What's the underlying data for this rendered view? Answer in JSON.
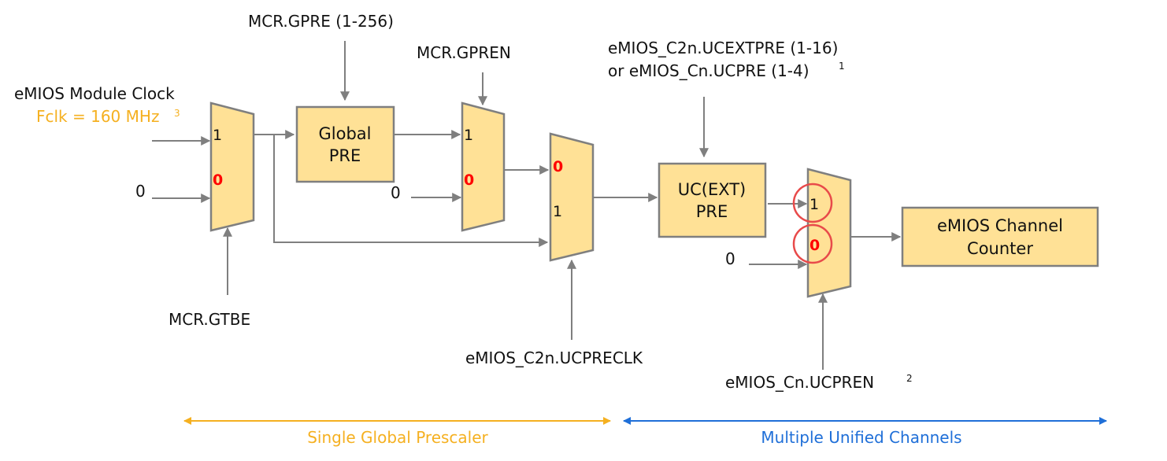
{
  "colors": {
    "block_fill": "#FFE196",
    "block_stroke": "#7F7F7F",
    "wire": "#7F7F7F",
    "selected_input": "#FF0000",
    "highlight_circle": "#E84A4A",
    "global_section": "#F5B020",
    "channels_section": "#1F6FD8"
  },
  "inputs": {
    "clock_title": "eMIOS Module Clock",
    "clock_freq": "Fclk = 160 MHz",
    "clock_freq_footnote": "3",
    "zero_inputs": [
      "0",
      "0",
      "0"
    ]
  },
  "control_signals": {
    "gtbe": "MCR.GTBE",
    "gpre": "MCR.GPRE (1-256)",
    "gpren": "MCR.GPREN",
    "ucpreclk": "eMIOS_C2n.UCPRECLK",
    "ucextpre_line1": "eMIOS_C2n.UCEXTPRE (1-16)",
    "ucextpre_line2": "or eMIOS_Cn.UCPRE (1-4)",
    "ucextpre_footnote": "1",
    "ucpren": "eMIOS_Cn.UCPREN",
    "ucpren_footnote": "2"
  },
  "blocks": {
    "global_pre": [
      "Global",
      "PRE"
    ],
    "uc_ext_pre": [
      "UC(EXT)",
      "PRE"
    ],
    "channel_counter": [
      "eMIOS Channel",
      "Counter"
    ]
  },
  "muxes": [
    {
      "name": "gtbe-mux",
      "top_input": "1",
      "bottom_input": "0",
      "selected": "0"
    },
    {
      "name": "gpren-mux",
      "top_input": "1",
      "bottom_input": "0",
      "selected": "0"
    },
    {
      "name": "ucpreclk-mux",
      "top_input": "0",
      "bottom_input": "1",
      "selected": "0"
    },
    {
      "name": "ucpren-mux",
      "top_input": "1",
      "bottom_input": "0",
      "selected": "0",
      "circled": [
        "1",
        "0"
      ]
    }
  ],
  "sections": {
    "global": "Single Global Prescaler",
    "channels": "Multiple Unified Channels"
  }
}
